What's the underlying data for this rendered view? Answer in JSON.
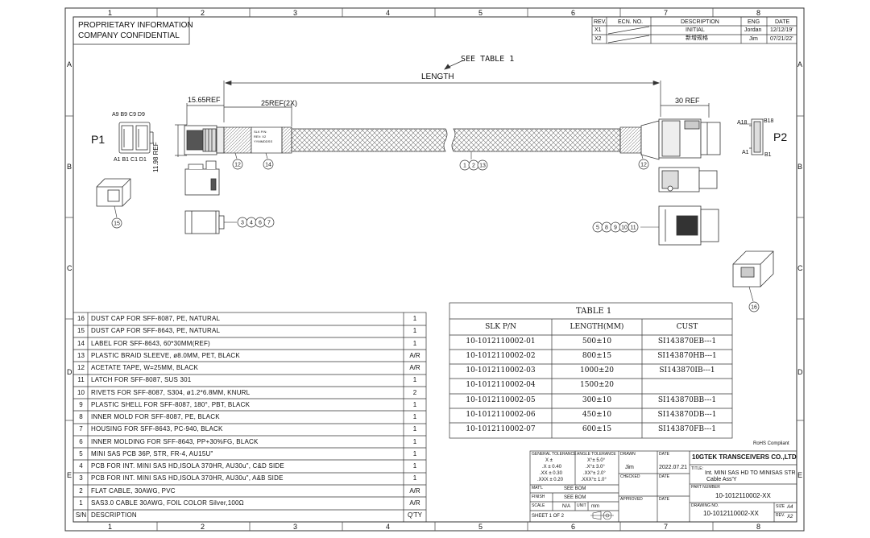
{
  "border": {
    "columns": [
      "1",
      "2",
      "3",
      "4",
      "5",
      "6",
      "7",
      "8"
    ],
    "rows": [
      "A",
      "B",
      "C",
      "D",
      "E"
    ]
  },
  "header_note": [
    "PROPRIETARY INFORMATION",
    "COMPANY CONFIDENTIAL"
  ],
  "revision_block": {
    "headers": [
      "REV.",
      "ECN. NO.",
      "DESCRIPTION",
      "ENG",
      "DATE"
    ],
    "rows": [
      {
        "rev": "X1",
        "ecn": "",
        "description": "INITIAL",
        "eng": "Jordan",
        "date": "12/12/19'"
      },
      {
        "rev": "X2",
        "ecn": "",
        "description": "新增规格",
        "eng": "Jim",
        "date": "07/21/22'"
      }
    ]
  },
  "drawing": {
    "see_table": "SEE TABLE 1",
    "length": "LENGTH",
    "dim_15": "15.65REF",
    "dim_25": "25REF(2X)",
    "dim_30": "30 REF",
    "dim_1198": "11.98 REF",
    "p1": "P1",
    "p2": "P2",
    "p1_top_pins": "A9 B9   C9 D9",
    "p1_bottom_pins": "A1 B1  C1 D1",
    "p2_a18": "A18",
    "p2_b18": "B18",
    "p2_a1": "A1",
    "p2_b1": "B1",
    "label_text": [
      "SLK P/N:",
      "REV: X2",
      "YYMMDDSS"
    ],
    "balloon_12a": "12",
    "balloon_14": "14",
    "balloon_12b": "12",
    "balloon_1_2_13": [
      "1",
      "2",
      "13"
    ],
    "balloon_3_4_6_7": [
      "3",
      "4",
      "6",
      "7"
    ],
    "balloon_5_8_9_10_11": [
      "5",
      "8",
      "9",
      "10",
      "11"
    ],
    "balloon_15": "15",
    "balloon_16": "16"
  },
  "bom": {
    "rows": [
      {
        "no": "16",
        "desc": "DUST CAP FOR SFF-8087, PE, NATURAL",
        "qty": "1"
      },
      {
        "no": "15",
        "desc": "DUST CAP FOR SFF-8643, PE, NATURAL",
        "qty": "1"
      },
      {
        "no": "14",
        "desc": "LABEL FOR SFF-8643, 60*30MM(REF)",
        "qty": "1"
      },
      {
        "no": "13",
        "desc": "PLASTIC BRAID SLEEVE, ø8.0MM, PET, BLACK",
        "qty": "A/R"
      },
      {
        "no": "12",
        "desc": "ACETATE TAPE, W=25MM, BLACK",
        "qty": "A/R"
      },
      {
        "no": "11",
        "desc": "LATCH FOR SFF-8087, SUS 301",
        "qty": "1"
      },
      {
        "no": "10",
        "desc": "RIVETS FOR SFF-8087, S304, ø1.2*6.8MM, KNURL",
        "qty": "2"
      },
      {
        "no": "9",
        "desc": "PLASTIC SHELL FOR SFF-8087, 180°, PBT, BLACK",
        "qty": "1"
      },
      {
        "no": "8",
        "desc": "INNER MOLD FOR SFF-8087, PE, BLACK",
        "qty": "1"
      },
      {
        "no": "7",
        "desc": "HOUSING FOR SFF-8643, PC-940, BLACK",
        "qty": "1"
      },
      {
        "no": "6",
        "desc": "INNER MOLDING FOR SFF-8643, PP+30%FG, BLACK",
        "qty": "1"
      },
      {
        "no": "5",
        "desc": "MINI SAS PCB 36P, STR, FR-4, AU15U\"",
        "qty": "1"
      },
      {
        "no": "4",
        "desc": "PCB FOR INT. MINI SAS HD,ISOLA 370HR, AU30u\", C&D SIDE",
        "qty": "1"
      },
      {
        "no": "3",
        "desc": "PCB FOR INT. MINI SAS HD,ISOLA 370HR, AU30u\", A&B SIDE",
        "qty": "1"
      },
      {
        "no": "2",
        "desc": "FLAT CABLE, 30AWG, PVC",
        "qty": "A/R"
      },
      {
        "no": "1",
        "desc": "SAS3.0 CABLE 30AWG, FOIL COLOR Silver,100Ω",
        "qty": "A/R"
      }
    ],
    "footer": {
      "no": "S/N",
      "desc": "DESCRIPTION",
      "qty": "Q'TY"
    }
  },
  "table1": {
    "title": "TABLE 1",
    "headers": [
      "SLK P/N",
      "LENGTH(MM)",
      "CUST"
    ],
    "rows": [
      {
        "pn": "10-1012110002-01",
        "len": "500±10",
        "cust": "SI143870EB---1"
      },
      {
        "pn": "10-1012110002-02",
        "len": "800±15",
        "cust": "SI143870HB---1"
      },
      {
        "pn": "10-1012110002-03",
        "len": "1000±20",
        "cust": "SI143870IB---1"
      },
      {
        "pn": "10-1012110002-04",
        "len": "1500±20",
        "cust": ""
      },
      {
        "pn": "10-1012110002-05",
        "len": "300±10",
        "cust": "SI143870BB---1"
      },
      {
        "pn": "10-1012110002-06",
        "len": "450±10",
        "cust": "SI143870DB---1"
      },
      {
        "pn": "10-1012110002-07",
        "len": "600±15",
        "cust": "SI143870FB---1"
      }
    ]
  },
  "rohs": "RoHS Compliant",
  "title_block": {
    "gen_tol_title": "GENERAL TOLERANCE",
    "gen_tol": [
      "X ±",
      ".X ± 0.40",
      ".XX ± 0.30",
      ".XXX ± 0.20"
    ],
    "ang_tol_title": "ANGLE TOLERANCE",
    "ang_tol": [
      "X°± 5.0°",
      ".X°± 3.0°",
      ".XX°± 2.0°",
      ".XXX°± 1.0°"
    ],
    "drawn_label": "DRAWN",
    "drawn_by": "Jim",
    "date_label": "DATE",
    "drawn_date": "2022.07.21",
    "checked_label": "CHECKED",
    "approved_label": "APPROVED",
    "company": "10GTEK TRANSCEIVERS CO.,LTD",
    "title_label": "TITLE:",
    "title_lines": [
      "Int. MINI SAS HD TO MINISAS STR",
      "Cable Ass'Y"
    ],
    "part_number_label": "PART NUMBER",
    "part_number": "10-1012110002-XX",
    "matl_label": "MAT'L",
    "matl_value": "SEE BOM",
    "finish_label": "FINISH",
    "finish_value": "SEE BOM",
    "scale_label": "SCALE",
    "scale_value": "N/A",
    "unit_label": "UNIT",
    "unit_value": "mm",
    "sheet_text": "SHEET  1  OF  2",
    "drawing_no_label": "DRAWING NO.",
    "drawing_no": "10-1012110002-XX",
    "size_label": "SIZE",
    "size_value": "A4",
    "rev_label": "REV.",
    "rev_value": "X2"
  }
}
